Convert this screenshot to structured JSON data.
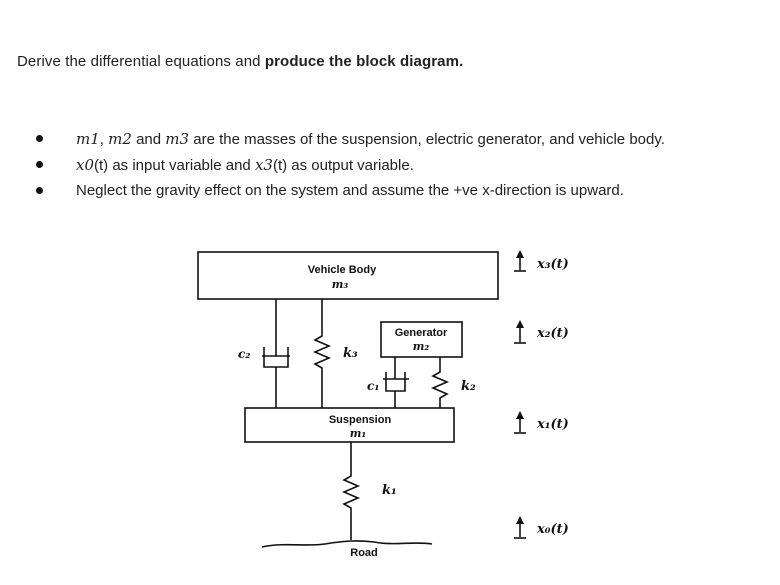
{
  "task": {
    "lead": "Derive the differential equations and ",
    "emphasis": "produce the block diagram."
  },
  "bullets": [
    {
      "parts": [
        {
          "t": "m1",
          "m": true
        },
        {
          "t": ", ",
          "m": false
        },
        {
          "t": "m2",
          "m": true
        },
        {
          "t": " and ",
          "m": false
        },
        {
          "t": "m3",
          "m": true
        },
        {
          "t": " are the masses of the suspension, electric generator, and vehicle body.",
          "m": false
        }
      ]
    },
    {
      "parts": [
        {
          "t": "x0",
          "m": true
        },
        {
          "t": "(t) as input variable and ",
          "m": false
        },
        {
          "t": "x3",
          "m": true
        },
        {
          "t": "(t) as output variable.",
          "m": false
        }
      ]
    },
    {
      "parts": [
        {
          "t": "Neglect the gravity effect on the system and assume the +ve x-direction is upward.",
          "m": false
        }
      ]
    }
  ],
  "diagram": {
    "vehicle_body": {
      "title": "Vehicle Body",
      "mass": "m₃"
    },
    "generator": {
      "title": "Generator",
      "mass": "m₂"
    },
    "suspension": {
      "title": "Suspension",
      "mass": "m₁"
    },
    "road": "Road",
    "springs": {
      "k1": "k₁",
      "k2": "k₂",
      "k3": "k₃"
    },
    "dampers": {
      "c1": "c₁",
      "c2": "c₂"
    },
    "displacements": {
      "x3": "x₃(t)",
      "x2": "x₂(t)",
      "x1": "x₁(t)",
      "x0": "x₀(t)"
    }
  }
}
